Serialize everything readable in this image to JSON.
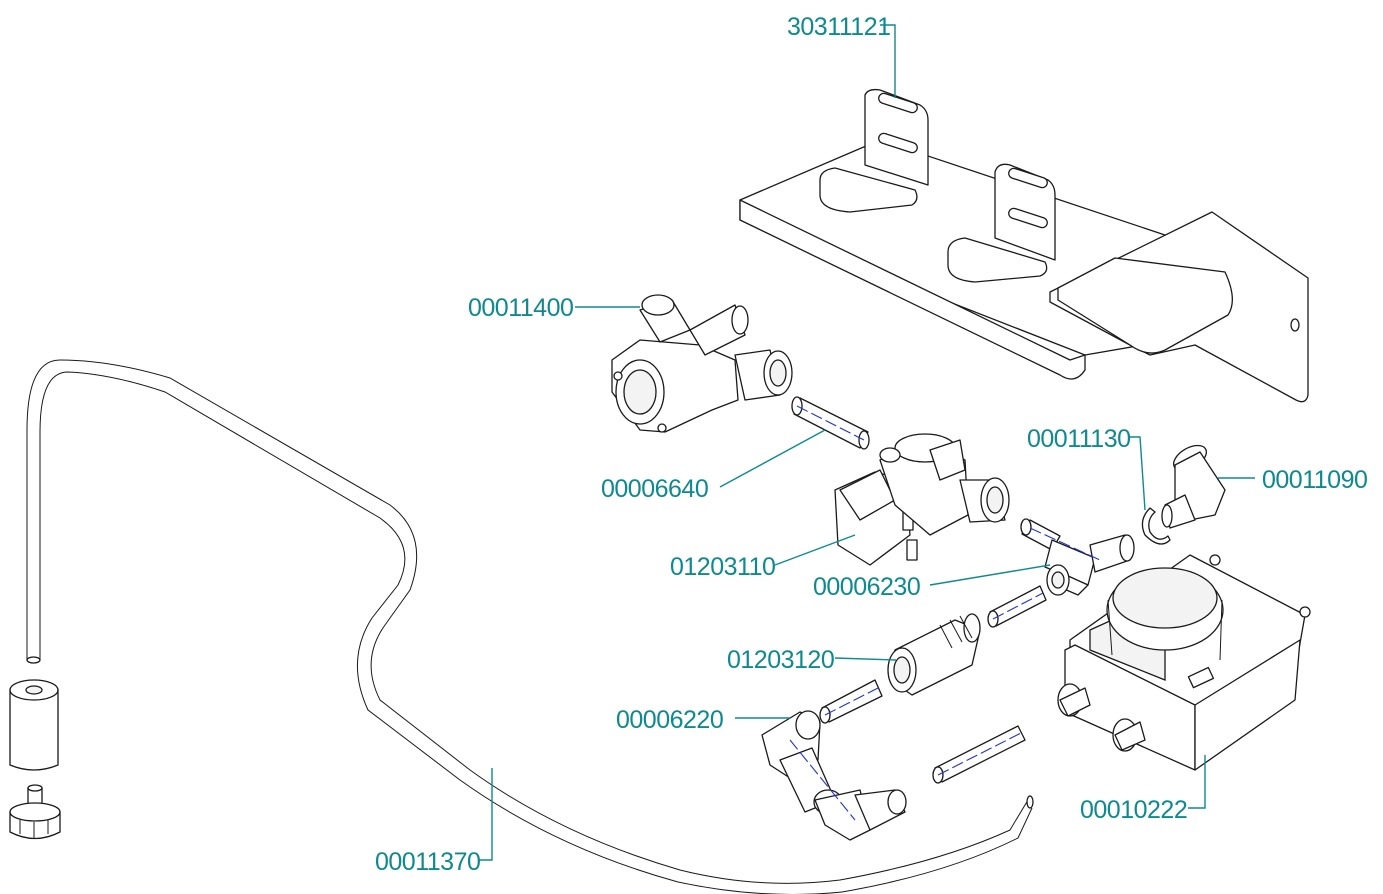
{
  "accent_color": "#0e8a8f",
  "callouts": [
    {
      "id": "30311121",
      "text": "30311121"
    },
    {
      "id": "00011400",
      "text": "00011400"
    },
    {
      "id": "00006640",
      "text": "00006640"
    },
    {
      "id": "00011130",
      "text": "00011130"
    },
    {
      "id": "00011090",
      "text": "00011090"
    },
    {
      "id": "01203110",
      "text": "01203110"
    },
    {
      "id": "00006230",
      "text": "00006230"
    },
    {
      "id": "01203120",
      "text": "01203120"
    },
    {
      "id": "00006220",
      "text": "00006220"
    },
    {
      "id": "00010222",
      "text": "00010222"
    },
    {
      "id": "00011370",
      "text": "00011370"
    }
  ]
}
